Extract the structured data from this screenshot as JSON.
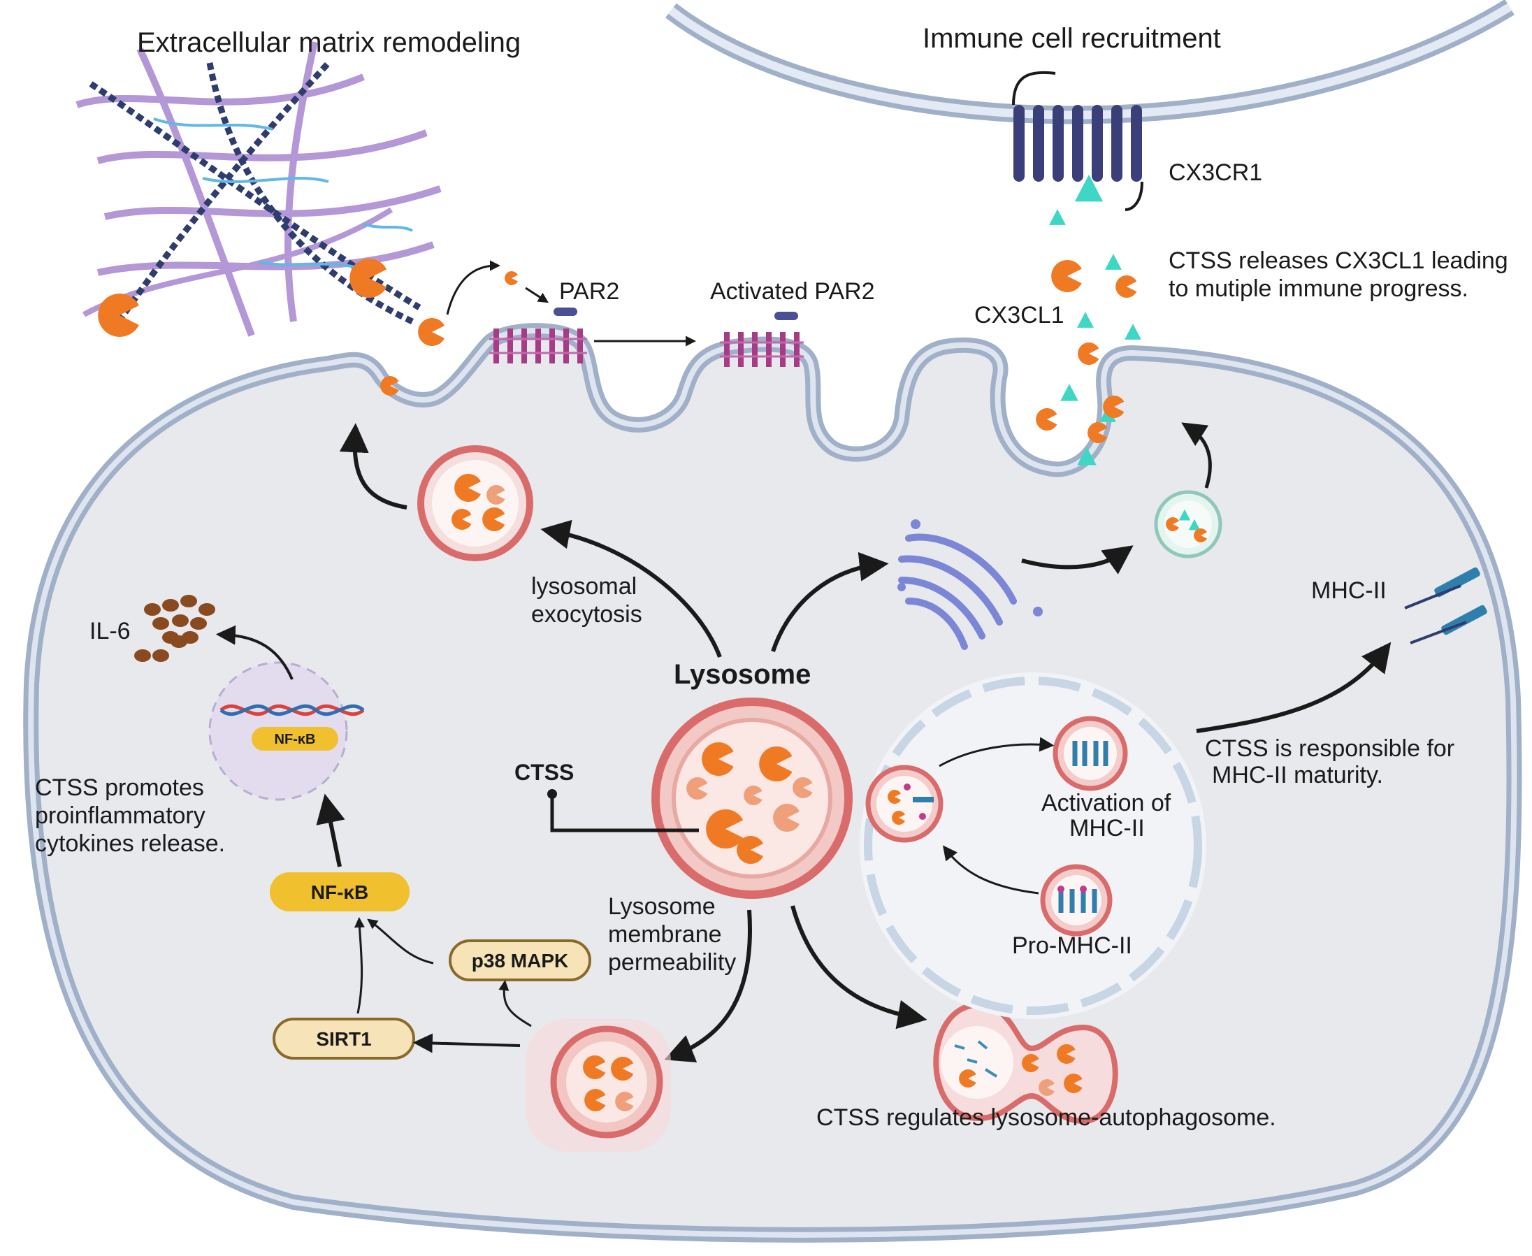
{
  "titles": {
    "ecm": "Extracellular matrix remodeling",
    "immune": "Immune cell recruitment"
  },
  "labels": {
    "par2": "PAR2",
    "activated_par2": "Activated PAR2",
    "cx3cr1": "CX3CR1",
    "cx3cl1": "CX3CL1",
    "cx3cl1_note_1": "CTSS releases CX3CL1 leading",
    "cx3cl1_note_2": "to mutiple immune progress.",
    "mhc2": "MHC-II",
    "exocytosis_1": "lysosomal",
    "exocytosis_2": "exocytosis",
    "lysosome": "Lysosome",
    "ctss": "CTSS",
    "il6": "IL-6",
    "nfkb_dna": "NF-κB",
    "nfkb": "NF-κB",
    "p38": "p38 MAPK",
    "sirt1": "SIRT1",
    "cytokines_1": "CTSS promotes",
    "cytokines_2": "proinflammatory",
    "cytokines_3": "cytokines release.",
    "lmp_1": "Lysosome",
    "lmp_2": "membrane",
    "lmp_3": "permeability",
    "mhc_activation_1": "Activation of",
    "mhc_activation_2": "MHC-II",
    "pro_mhc": "Pro-MHC-II",
    "mhc_maturity_1": "CTSS is responsible for",
    "mhc_maturity_2": "MHC-II maturity.",
    "autophagy": "CTSS regulates lysosome-autophagosome."
  },
  "colors": {
    "membrane": "#9fb0c8",
    "cytoplasm": "#e8e9ed",
    "enzyme": "#f07a24",
    "lysosome_ring": "#d96b6b",
    "receptor_par2": "#a83b86",
    "receptor_cx3cr1": "#3a3f7a",
    "chemokine": "#3ed6c4",
    "nfkb_pill": "#f0c02e",
    "pill_light": "#f6e4b8",
    "il6": "#8a4a1f",
    "golgi": "#7b86d6",
    "mhc": "#2f7fad"
  },
  "icons": [
    "pacman-enzyme-icon",
    "triangle-chemokine-icon",
    "receptor-7tm-icon",
    "golgi-icon",
    "dna-helix-icon",
    "autophagosome-icon"
  ]
}
